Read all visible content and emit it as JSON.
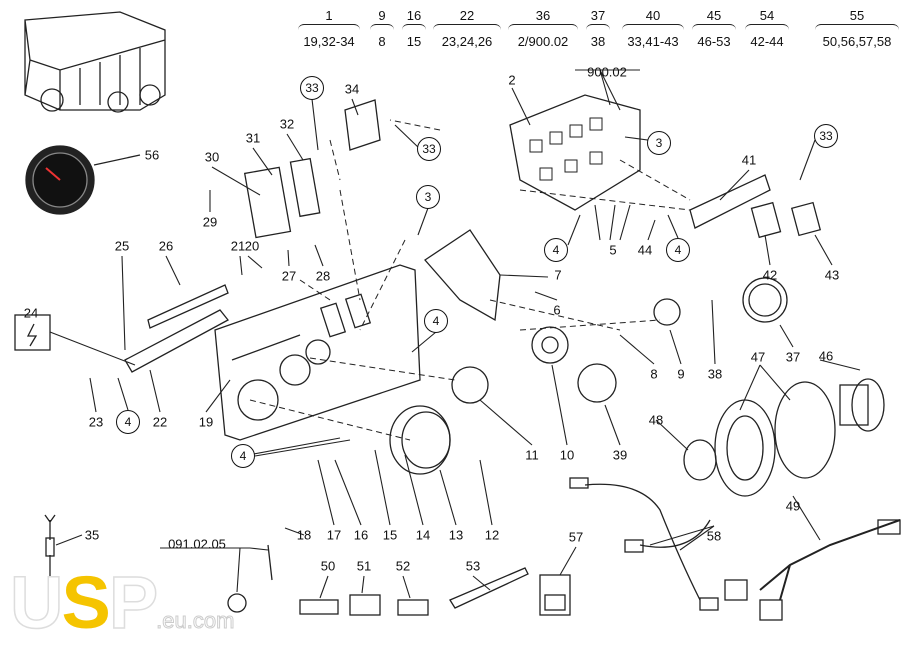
{
  "reference_table": [
    {
      "top": "1",
      "bottom": "19,32-34"
    },
    {
      "top": "9",
      "bottom": "8"
    },
    {
      "top": "16",
      "bottom": "15"
    },
    {
      "top": "22",
      "bottom": "23,24,26"
    },
    {
      "top": "36",
      "bottom": "2/900.02"
    },
    {
      "top": "37",
      "bottom": "38"
    },
    {
      "top": "40",
      "bottom": "33,41-43"
    },
    {
      "top": "45",
      "bottom": "46-53"
    },
    {
      "top": "54",
      "bottom": "42-44"
    },
    {
      "top": "55",
      "bottom": "50,56,57,58"
    }
  ],
  "callouts": [
    "56",
    "30",
    "31",
    "32",
    "34",
    "33",
    "33",
    "29",
    "26",
    "25",
    "21",
    "20",
    "27",
    "28",
    "3",
    "24",
    "23",
    "4",
    "22",
    "19",
    "4",
    "6",
    "7",
    "2",
    "900.02",
    "3",
    "41",
    "33",
    "4",
    "5",
    "44",
    "4",
    "42",
    "43",
    "38",
    "37",
    "47",
    "46",
    "8",
    "9",
    "10",
    "39",
    "11",
    "12",
    "13",
    "14",
    "15",
    "16",
    "17",
    "18",
    "4",
    "48",
    "49",
    "58",
    "57",
    "53",
    "52",
    "51",
    "50",
    "35",
    "091.02.05"
  ],
  "logo": {
    "u": "U",
    "s": "S",
    "p": "P",
    "domain": ".eu.com"
  }
}
